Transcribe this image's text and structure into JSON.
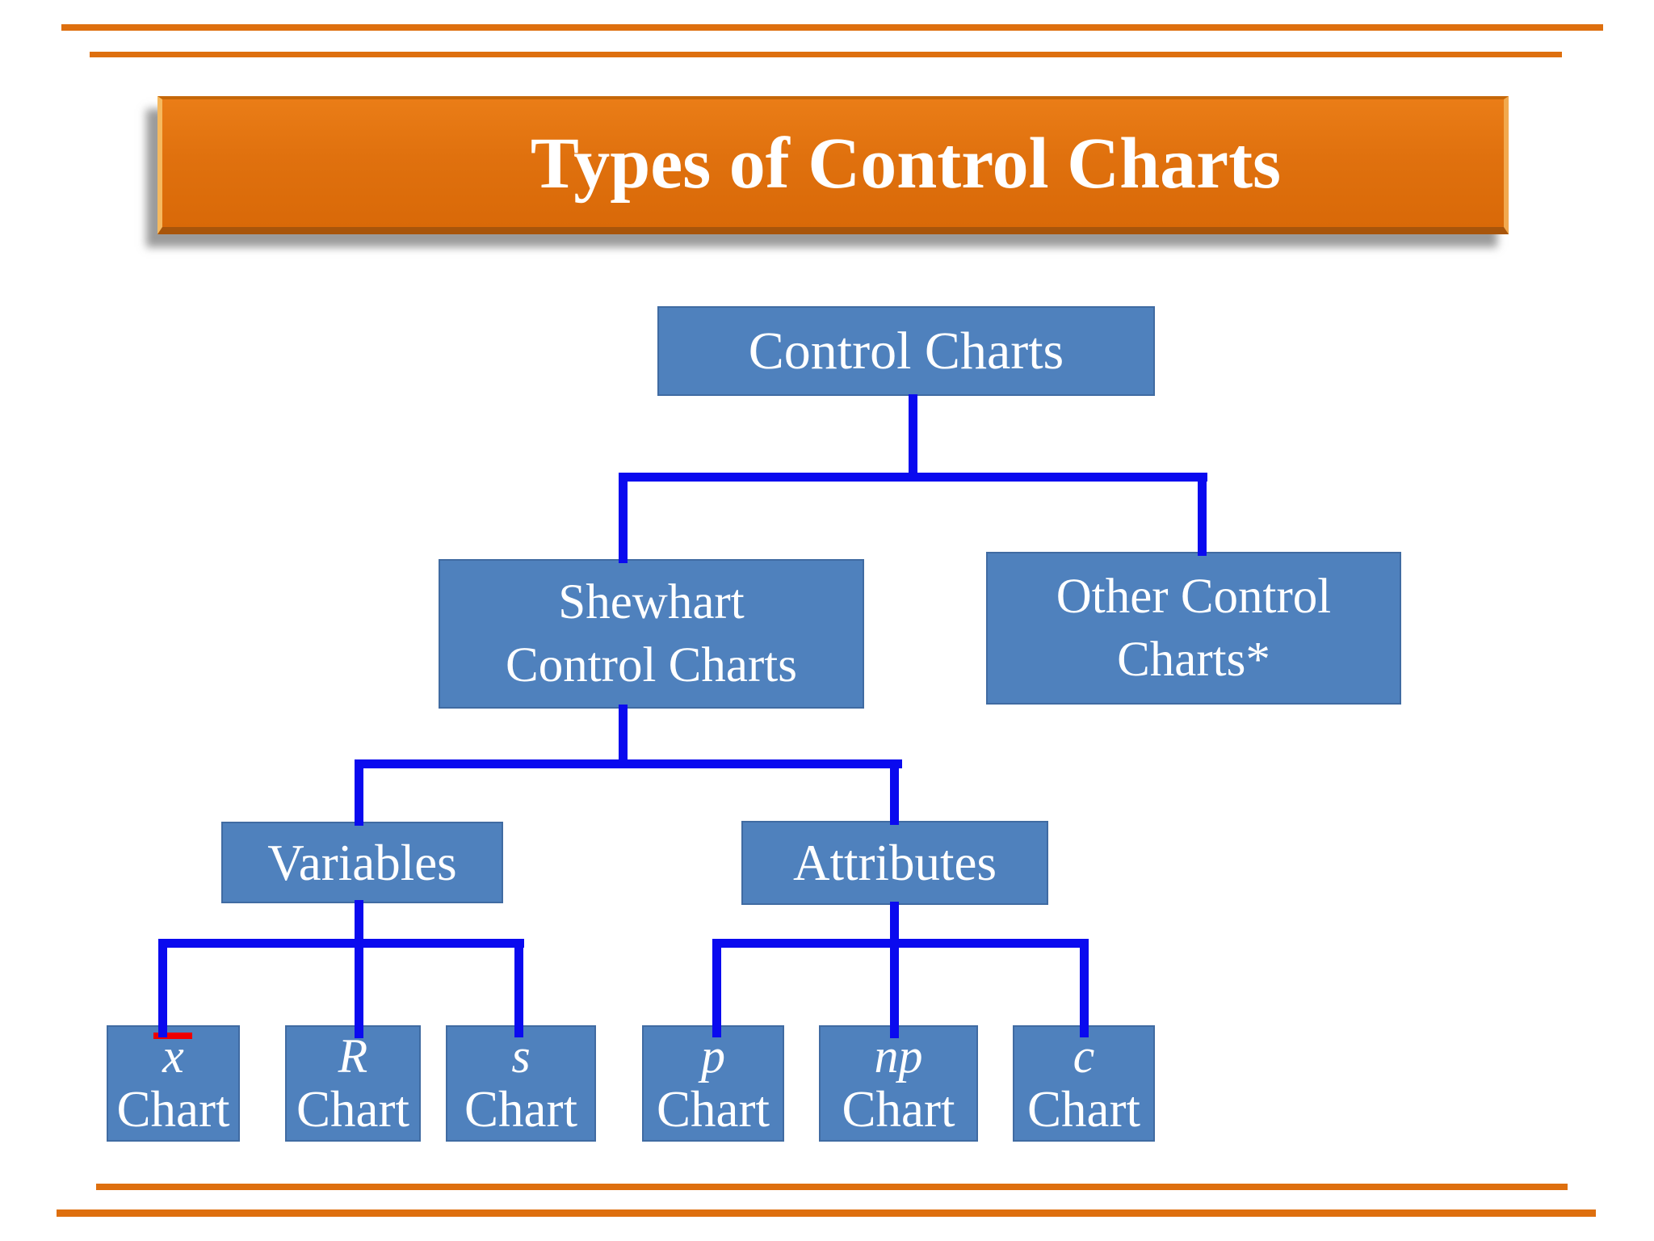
{
  "title": {
    "text": "Types of Control Charts"
  },
  "tree": {
    "root": {
      "label": "Control Charts"
    },
    "level2": {
      "shewhart": {
        "line1": "Shewhart",
        "line2": "Control Charts"
      },
      "other": {
        "line1": "Other Control",
        "line2": "Charts*"
      }
    },
    "level3": {
      "variables": {
        "label": "Variables"
      },
      "attributes": {
        "label": "Attributes"
      }
    },
    "level4": {
      "xbar": {
        "symbol": "x",
        "label": "Chart"
      },
      "r": {
        "symbol": "R",
        "label": "Chart"
      },
      "s": {
        "symbol": "s",
        "label": "Chart"
      },
      "p": {
        "symbol": "p",
        "label": "Chart"
      },
      "np": {
        "symbol": "np",
        "label": "Chart"
      },
      "c": {
        "symbol": "c",
        "label": "Chart"
      }
    }
  },
  "colors": {
    "node_fill": "#4F81BD",
    "connector": "#0A0AEF",
    "accent_orange": "#DE6F0E",
    "banner_orange": "#E0710E",
    "overbar_red": "#EE0000",
    "text": "#FFFFFF"
  }
}
